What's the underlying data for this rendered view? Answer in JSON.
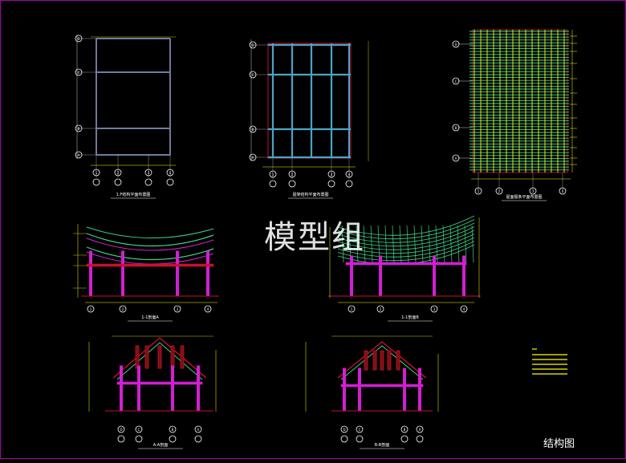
{
  "watermark": "模型组",
  "sheet_title": "结构图",
  "captions": {
    "plan_1": "1:F结构平面布置图",
    "plan_2": "屋架结构平面布置图",
    "plan_3": "屋面檩条平面布置图",
    "section_11a": "1-1剖面A",
    "section_11b": "1-1剖面B",
    "section_aa": "A-A剖面",
    "section_bb": "B-B剖面"
  },
  "grid_rows": [
    "D",
    "C",
    "B",
    "A"
  ],
  "grid_cols": [
    "1",
    "2",
    "3",
    "4"
  ],
  "colors": {
    "frame": "#c8102e",
    "beam": "#4da3c7",
    "column": "#d21fd2",
    "roof": "#3fd28a",
    "dim": "#ffff00",
    "text": "#ffffff",
    "border": "#a000a0"
  }
}
